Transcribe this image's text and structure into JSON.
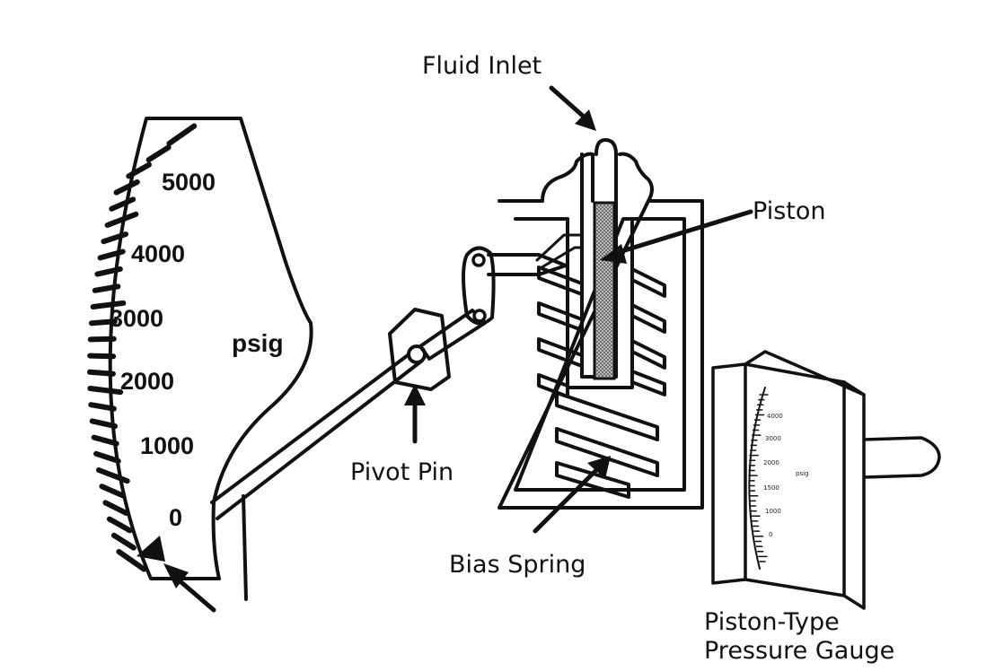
{
  "labels": {
    "fluid_inlet": "Fluid Inlet",
    "piston": "Piston",
    "pivot_pin": "Pivot Pin",
    "bias_spring": "Bias Spring",
    "gauge_title_line1": "Piston-Type",
    "gauge_title_line2": "Pressure Gauge"
  },
  "dial": {
    "unit": "psig",
    "scale": [
      "5000",
      "4000",
      "3000",
      "2000",
      "1000",
      "0"
    ],
    "mini_scale": [
      "4000",
      "3000",
      "2000",
      "1500",
      "1000",
      "0"
    ],
    "mini_unit": "psig"
  },
  "colors": {
    "ink": "#111111",
    "paper": "#ffffff",
    "piston_fill": "#9a9a9a"
  },
  "icons": [
    "arrow-icon",
    "pivot-pin-icon",
    "spring-icon"
  ]
}
